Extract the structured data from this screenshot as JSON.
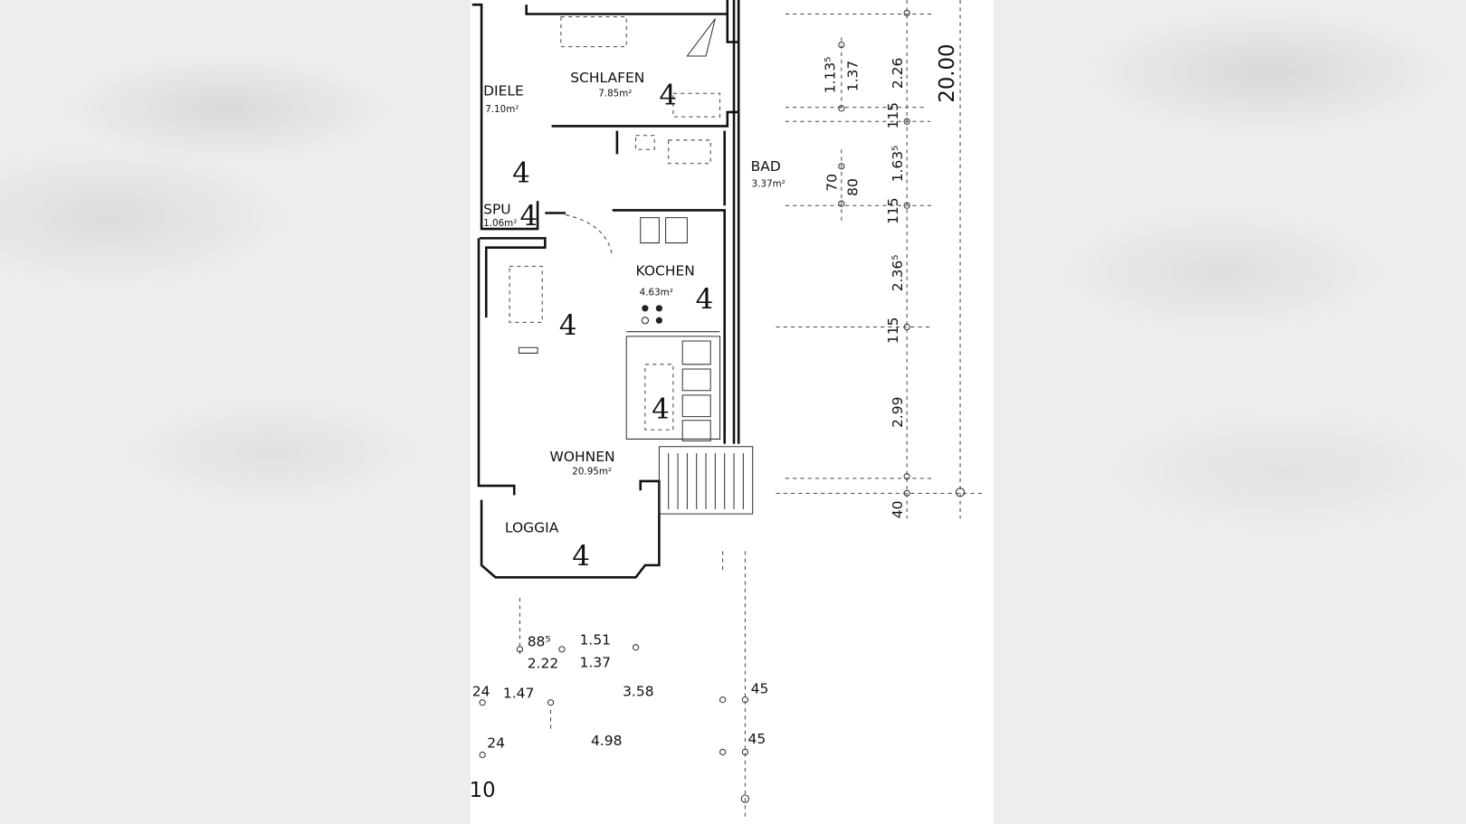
{
  "rooms": {
    "diele": {
      "name": "DIELE",
      "area": "7.10m²"
    },
    "schlafen": {
      "name": "SCHLAFEN",
      "area": "7.85m²"
    },
    "bad": {
      "name": "BAD",
      "area": "3.37m²"
    },
    "spu": {
      "name": "SPU",
      "area": "1.06m²"
    },
    "kochen": {
      "name": "KOCHEN",
      "area": "4.63m²"
    },
    "wohnen": {
      "name": "WOHNEN",
      "area": "20.95m²"
    },
    "loggia": {
      "name": "LOGGIA"
    }
  },
  "handwritten_mark": "4",
  "dimensions": {
    "vertical": [
      "1.13⁵",
      "1.37",
      "2.26",
      "20.00",
      "115",
      "1.63⁵",
      "70",
      "80",
      "115",
      "2.36⁵",
      "115",
      "2.99",
      "40"
    ],
    "horizontal": [
      "88⁵",
      "1.51",
      "2.22",
      "1.37",
      "24",
      "1.47",
      "3.58",
      "45",
      "24",
      "4.98",
      "45",
      "10"
    ]
  }
}
